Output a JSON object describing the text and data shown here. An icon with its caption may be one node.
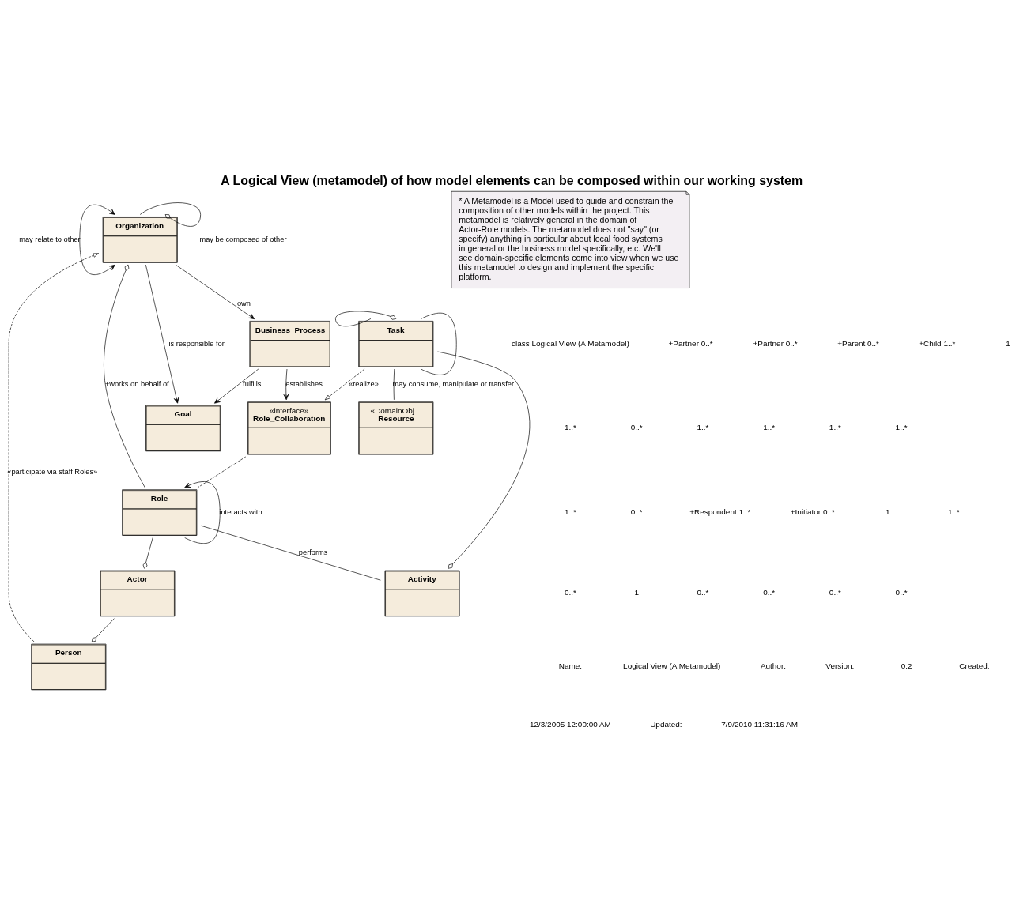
{
  "diagram": {
    "title": "A Logical View (metamodel) of how model elements can be composed within our working system",
    "nodes": [
      {
        "text": [
          "Organization"
        ]
      },
      {
        "text": [
          "Goal"
        ]
      },
      {
        "text": [
          "Business_Process"
        ]
      },
      {
        "text": [
          "«interface»",
          "Role_Collaboration"
        ]
      },
      {
        "text": [
          "Person"
        ]
      },
      {
        "text": [
          "Actor"
        ]
      },
      {
        "text": [
          "Role"
        ]
      },
      {
        "text": [
          "Task"
        ]
      },
      {
        "text": [
          "Activity"
        ]
      },
      {
        "text": [
          "«DomainObj...",
          "Resource"
        ]
      },
      {
        "text": [
          "* A Metamodel is a Model used to guide and constrain the composition of other models within the project. This metamodel is relatively general in the domain of Actor-Role models. The metamodel does not \"say\" (or specify) anything in particular about local food systems in general or the business model specifically, etc. We'll see domain-specific elements come into view when we use this metamodel to design and implement the specific platform."
        ]
      }
    ],
    "edges": [
      {
        "from": 0,
        "to": 0,
        "label": "may relate to other",
        "arrow": "both"
      },
      {
        "from": 0,
        "to": 0,
        "label": "may be composed of other",
        "arrow": "other"
      },
      {
        "from": 0,
        "to": 1,
        "label": "is responsible for",
        "arrow": "to"
      },
      {
        "from": 2,
        "to": 1,
        "label": "fulfills",
        "arrow": "to"
      },
      {
        "from": 0,
        "to": 2,
        "label": "own",
        "arrow": "to"
      },
      {
        "from": 2,
        "to": 3,
        "label": "establishes",
        "arrow": "to"
      },
      {
        "from": 4,
        "to": 0,
        "label": "«participate via staff Roles»",
        "arrow": "to",
        "style": "dashed"
      },
      {
        "from": 6,
        "to": 0,
        "label": "+works on behalf of",
        "arrow": "other"
      },
      {
        "from": 6,
        "to": 6,
        "label": "interacts with",
        "arrow": "to"
      },
      {
        "from": 3,
        "to": 6,
        "arrow": "none",
        "style": "dashed"
      },
      {
        "from": 5,
        "to": 4,
        "arrow": "other"
      },
      {
        "from": 6,
        "to": 5,
        "arrow": "other"
      },
      {
        "from": 6,
        "to": 8,
        "label": "performs",
        "arrow": "none"
      },
      {
        "from": 7,
        "to": 8,
        "arrow": "other"
      },
      {
        "from": 7,
        "to": 3,
        "label": "«realize»",
        "arrow": "to",
        "style": "dashed"
      },
      {
        "from": 7,
        "to": 7,
        "arrow": "other"
      },
      {
        "from": 7,
        "to": 7,
        "arrow": "none"
      },
      {
        "from": 7,
        "to": 9,
        "label": "may consume, manipulate or transfer",
        "arrow": "none"
      }
    ],
    "labels": [
      "class Logical View (A Metamodel)",
      "+Partner 0..*",
      "+Partner 0..*",
      "+Parent 0..*",
      "+Child 1..*",
      "1",
      "1..*",
      "0..*",
      "1..*",
      "1..*",
      "1..*",
      "1..*",
      "1..*",
      "0..*",
      "+Respondent 1..*",
      "+Initiator 0..*",
      "1",
      "1..*",
      "0..*",
      "1",
      "0..*",
      "0..*",
      "0..*",
      "0..*",
      "Name:",
      "Logical View (A Metamodel)",
      "Author:",
      "Version:",
      "0.2",
      "Created:",
      "12/3/2005 12:00:00 AM",
      "Updated:",
      "7/9/2010 11:31:16 AM"
    ]
  }
}
